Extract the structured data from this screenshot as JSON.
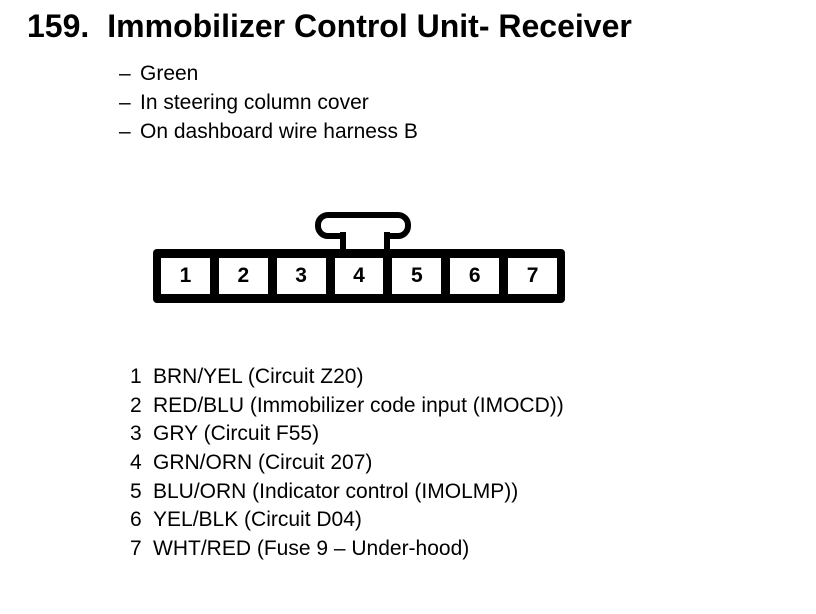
{
  "page": {
    "number": "159.",
    "title": "Immobilizer Control Unit- Receiver"
  },
  "notes": [
    {
      "dash": "–",
      "text": "Green"
    },
    {
      "dash": "–",
      "text": "In steering column cover"
    },
    {
      "dash": "–",
      "text": "On dashboard wire harness B"
    }
  ],
  "connector": {
    "pins": [
      "1",
      "2",
      "3",
      "4",
      "5",
      "6",
      "7"
    ]
  },
  "pin_list": [
    {
      "pin": "1",
      "desc": "BRN/YEL (Circuit Z20)"
    },
    {
      "pin": "2",
      "desc": "RED/BLU (Immobilizer code input (IMOCD))"
    },
    {
      "pin": "3",
      "desc": "GRY (Circuit F55)"
    },
    {
      "pin": "4",
      "desc": "GRN/ORN (Circuit 207)"
    },
    {
      "pin": "5",
      "desc": "BLU/ORN (Indicator control (IMOLMP))"
    },
    {
      "pin": "6",
      "desc": "YEL/BLK (Circuit D04)"
    },
    {
      "pin": "7",
      "desc": "WHT/RED (Fuse 9 – Under-hood)"
    }
  ],
  "colors": {
    "ink": "#000000",
    "paper": "#ffffff"
  }
}
